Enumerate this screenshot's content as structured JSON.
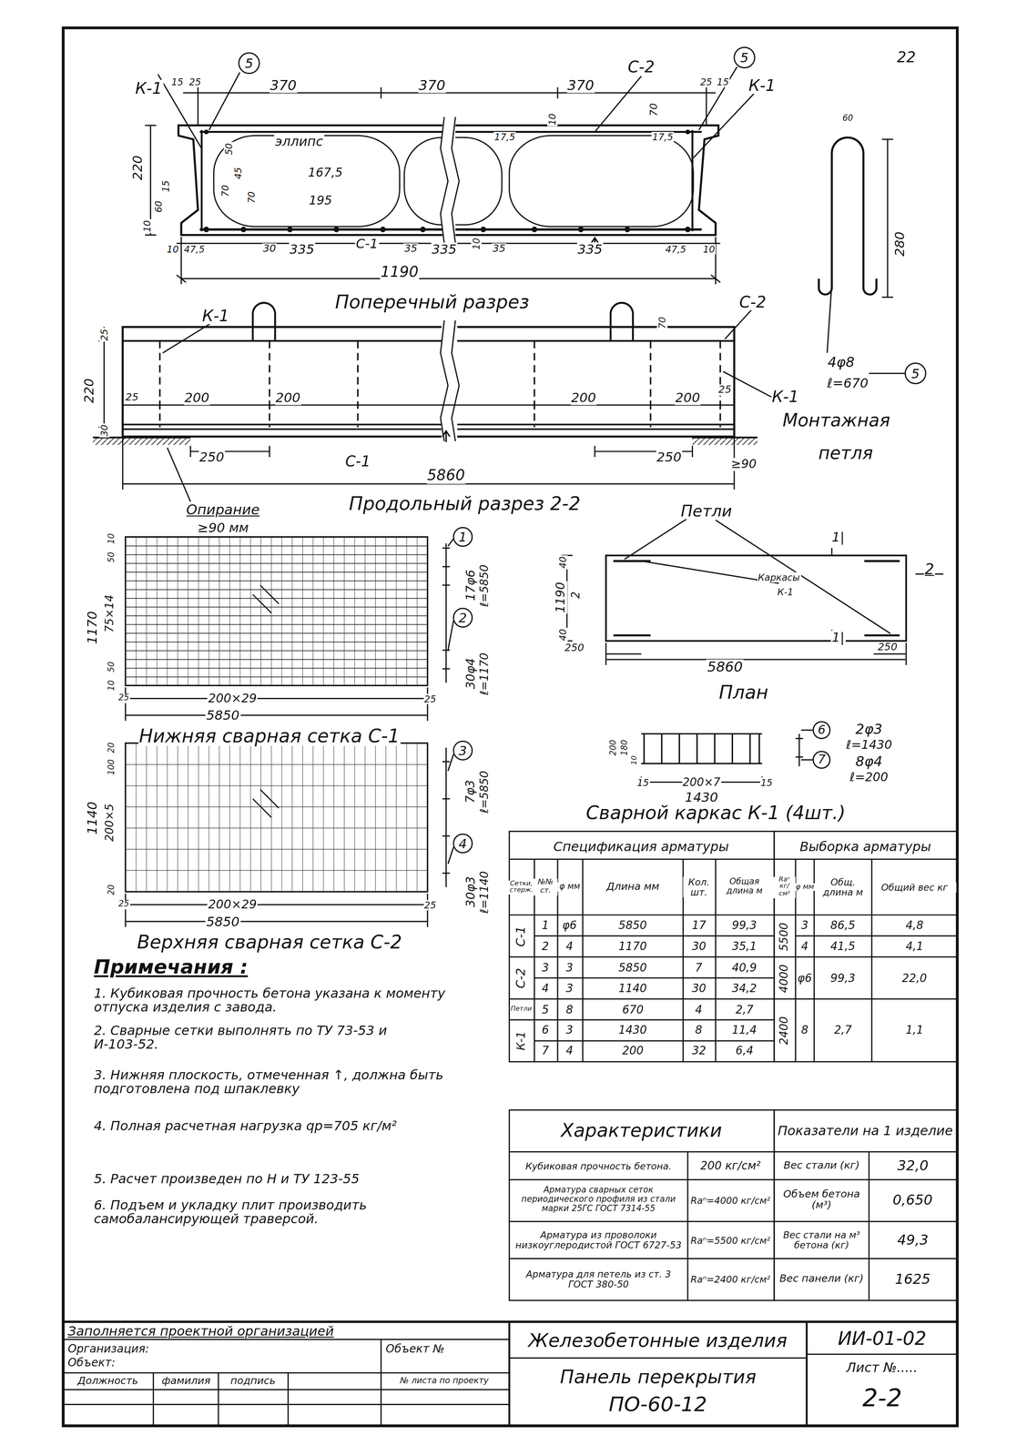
{
  "diagram": {
    "labels": [
      "22",
      "К-1",
      "15",
      "25",
      "5",
      "370",
      "370",
      "370",
      "С-2",
      "5",
      "25",
      "15",
      "К-1",
      "70",
      "10",
      "17,5",
      "17,5",
      "эллипс",
      "50",
      "167,5",
      "70",
      "45",
      "70",
      "195",
      "220",
      "10",
      "60",
      "15",
      "10",
      "47,5",
      "30",
      "335",
      "С-1",
      "35",
      "335",
      "10",
      "35",
      "335",
      "47,5",
      "10",
      "1190",
      "Поперечный разрез",
      "К-1",
      "70",
      "С-2",
      "25",
      "220",
      "30",
      "25",
      "200",
      "200",
      "200",
      "200",
      "25",
      "К-1",
      "250",
      "250",
      "С-1",
      "5860",
      "≥90",
      "Опирание",
      "≥90 мм",
      "Продольный разрез 2-2",
      "60",
      "280",
      "4φ8",
      "ℓ=670",
      "5",
      "Монтажная",
      "петля",
      "Петли",
      "40",
      "1190",
      "2",
      "40",
      "1|",
      "2",
      "Каркасы",
      "К-1",
      "1|",
      "250",
      "250",
      "5860",
      "План",
      "10",
      "50",
      "1170",
      "75×14",
      "50",
      "10",
      "25",
      "200×29",
      "25",
      "5850",
      "1",
      "17φ6",
      "ℓ=5850",
      "2",
      "30φ4",
      "ℓ=1170",
      "Нижняя сварная сетка С-1",
      "20",
      "100",
      "1140",
      "200×5",
      "20",
      "25",
      "200×29",
      "25",
      "5850",
      "3",
      "7φ3",
      "ℓ=5850",
      "4",
      "30φ3",
      "ℓ=1140",
      "Верхняя сварная сетка С-2",
      "200",
      "180",
      "10",
      "15",
      "200×7",
      "15",
      "1430",
      "6",
      "2φ3",
      "ℓ=1430",
      "7",
      "8φ4",
      "ℓ=200",
      "Сварной каркас К-1 (4шт.)",
      "Примечания :",
      "1. Кубиковая прочность бетона указана к моменту отпуска изделия с завода.",
      "2. Сварные сетки выполнять по ТУ 73-53 и И-103-52.",
      "3. Нижняя плоскость, отмеченная ↑, должна быть подготовлена под шпаклевку",
      "4. Полная расчетная нагрузка qр=705 кг/м²",
      "5. Расчет произведен по Н и ТУ 123-55",
      "6. Подъем и укладку плит производить самобалансирующей траверсой.",
      "Спецификация арматуры",
      "Сетки, стерж.",
      "№№ ст.",
      "φ мм",
      "Длина мм",
      "Кол. шт.",
      "Общая длина м",
      "С-1",
      "1",
      "φ6",
      "5850",
      "17",
      "99,3",
      "2",
      "4",
      "1170",
      "30",
      "35,1",
      "С-2",
      "3",
      "3",
      "5850",
      "7",
      "40,9",
      "4",
      "3",
      "1140",
      "30",
      "34,2",
      "Петли",
      "5",
      "8",
      "670",
      "4",
      "2,7",
      "К-1",
      "6",
      "3",
      "1430",
      "8",
      "11,4",
      "7",
      "4",
      "200",
      "32",
      "6,4",
      "Выборка арматуры",
      "Rаⁿ кг/см²",
      "φ мм",
      "Общ. длина м",
      "Общий вес кг",
      "5500",
      "3",
      "86,5",
      "4,8",
      "4",
      "41,5",
      "4,1",
      "4000",
      "φ6",
      "99,3",
      "22,0",
      "2400",
      "8",
      "2,7",
      "1,1",
      "Характеристики",
      "Кубиковая прочность бетона.",
      "200 кг/см²",
      "Арматура сварных сеток периодического профиля из стали марки 25ГС ГОСТ 7314-55",
      "Rаⁿ=4000 кг/см²",
      "Арматура из проволоки низкоуглеродистой ГОСТ 6727-53",
      "Rаⁿ=5500 кг/см²",
      "Арматура для петель из ст. 3 ГОСТ 380-50",
      "Rаⁿ=2400 кг/см²",
      "Показатели на 1 изделие",
      "Вес стали (кг)",
      "32,0",
      "Объем бетона (м³)",
      "0,650",
      "Вес стали на м³ бетона (кг)",
      "49,3",
      "Вес панели (кг)",
      "1625",
      "Заполняется проектной организацией",
      "Организация:",
      "Объект:",
      "Объект №",
      "Должность",
      "фамилия",
      "подпись",
      "№ листа по проекту",
      "Железобетонные изделия",
      "Панель перекрытия",
      "ПО-60-12",
      "ИИ-01-02",
      "Лист №.....",
      "2-2"
    ]
  }
}
